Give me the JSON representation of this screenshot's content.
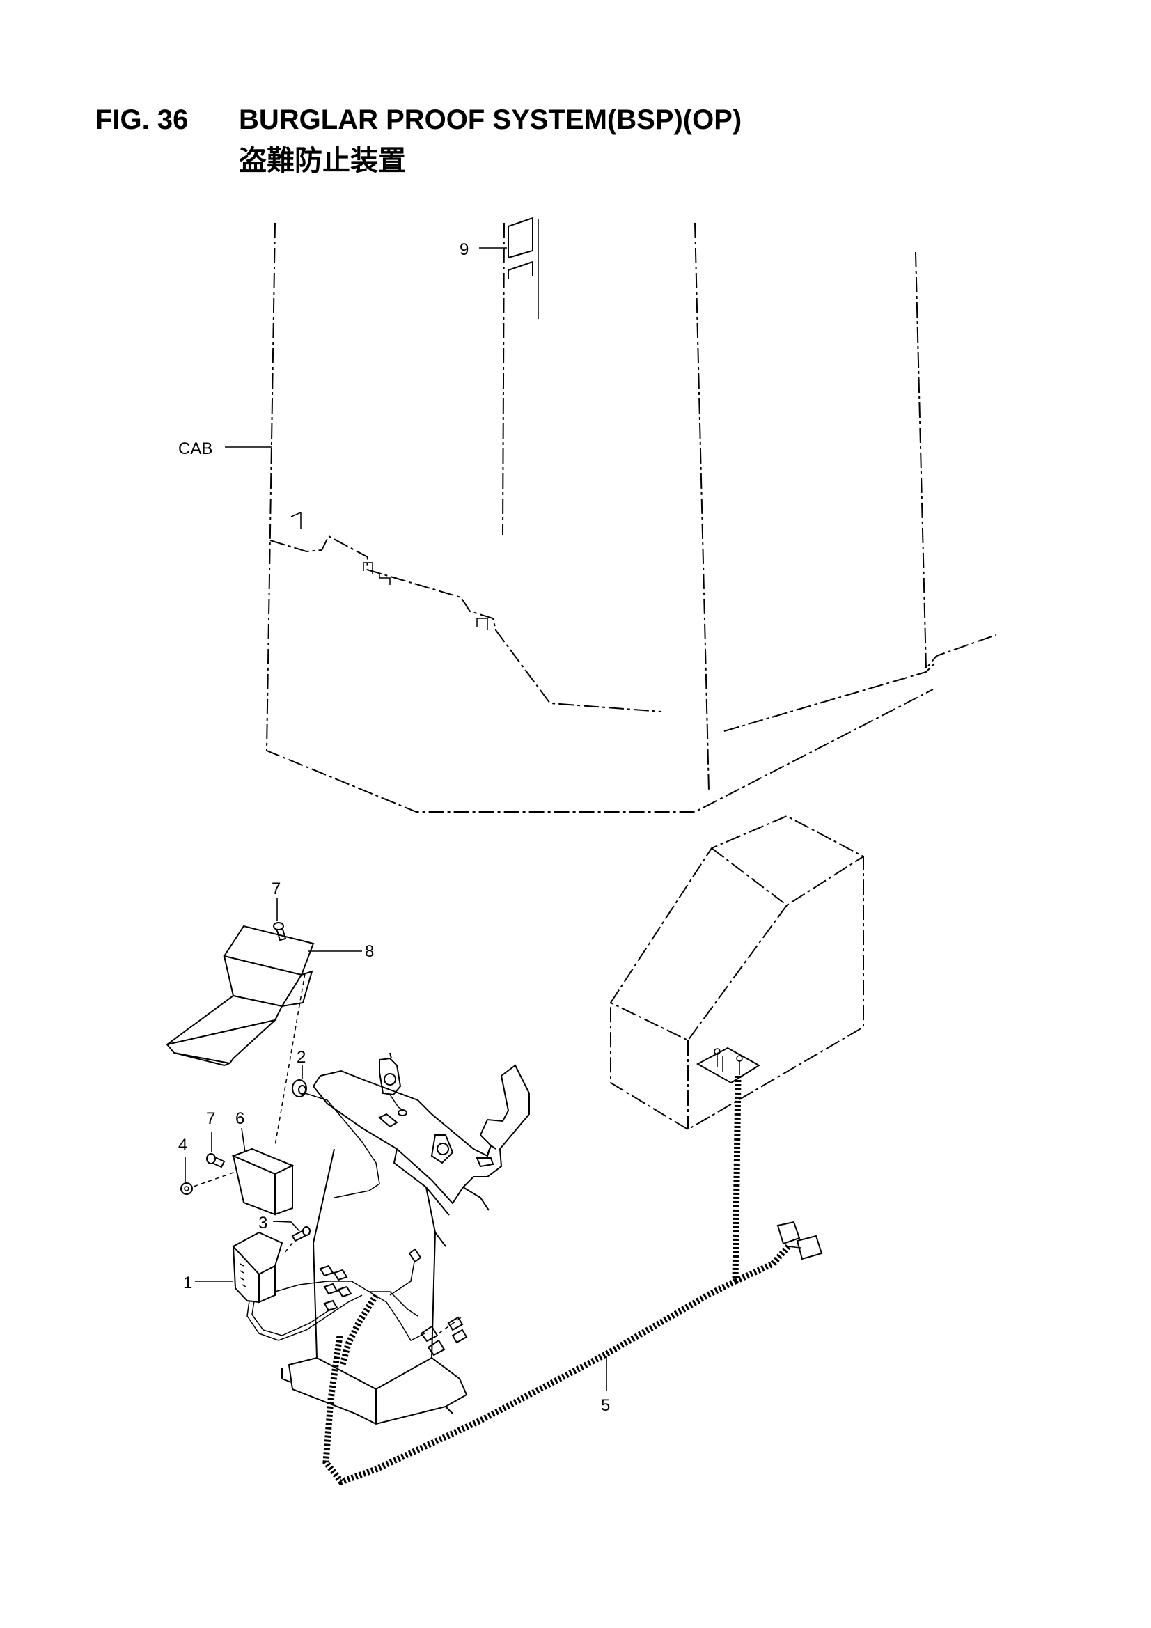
{
  "figure": {
    "number": "FIG. 36",
    "title": "BURGLAR PROOF SYSTEM(BSP)(OP)",
    "subtitle": "盗難防止装置"
  },
  "callouts": {
    "cab": "CAB",
    "c1": "1",
    "c2": "2",
    "c3": "3",
    "c4": "4",
    "c5": "5",
    "c6": "6",
    "c7a": "7",
    "c7b": "7",
    "c8": "8",
    "c9": "9"
  }
}
